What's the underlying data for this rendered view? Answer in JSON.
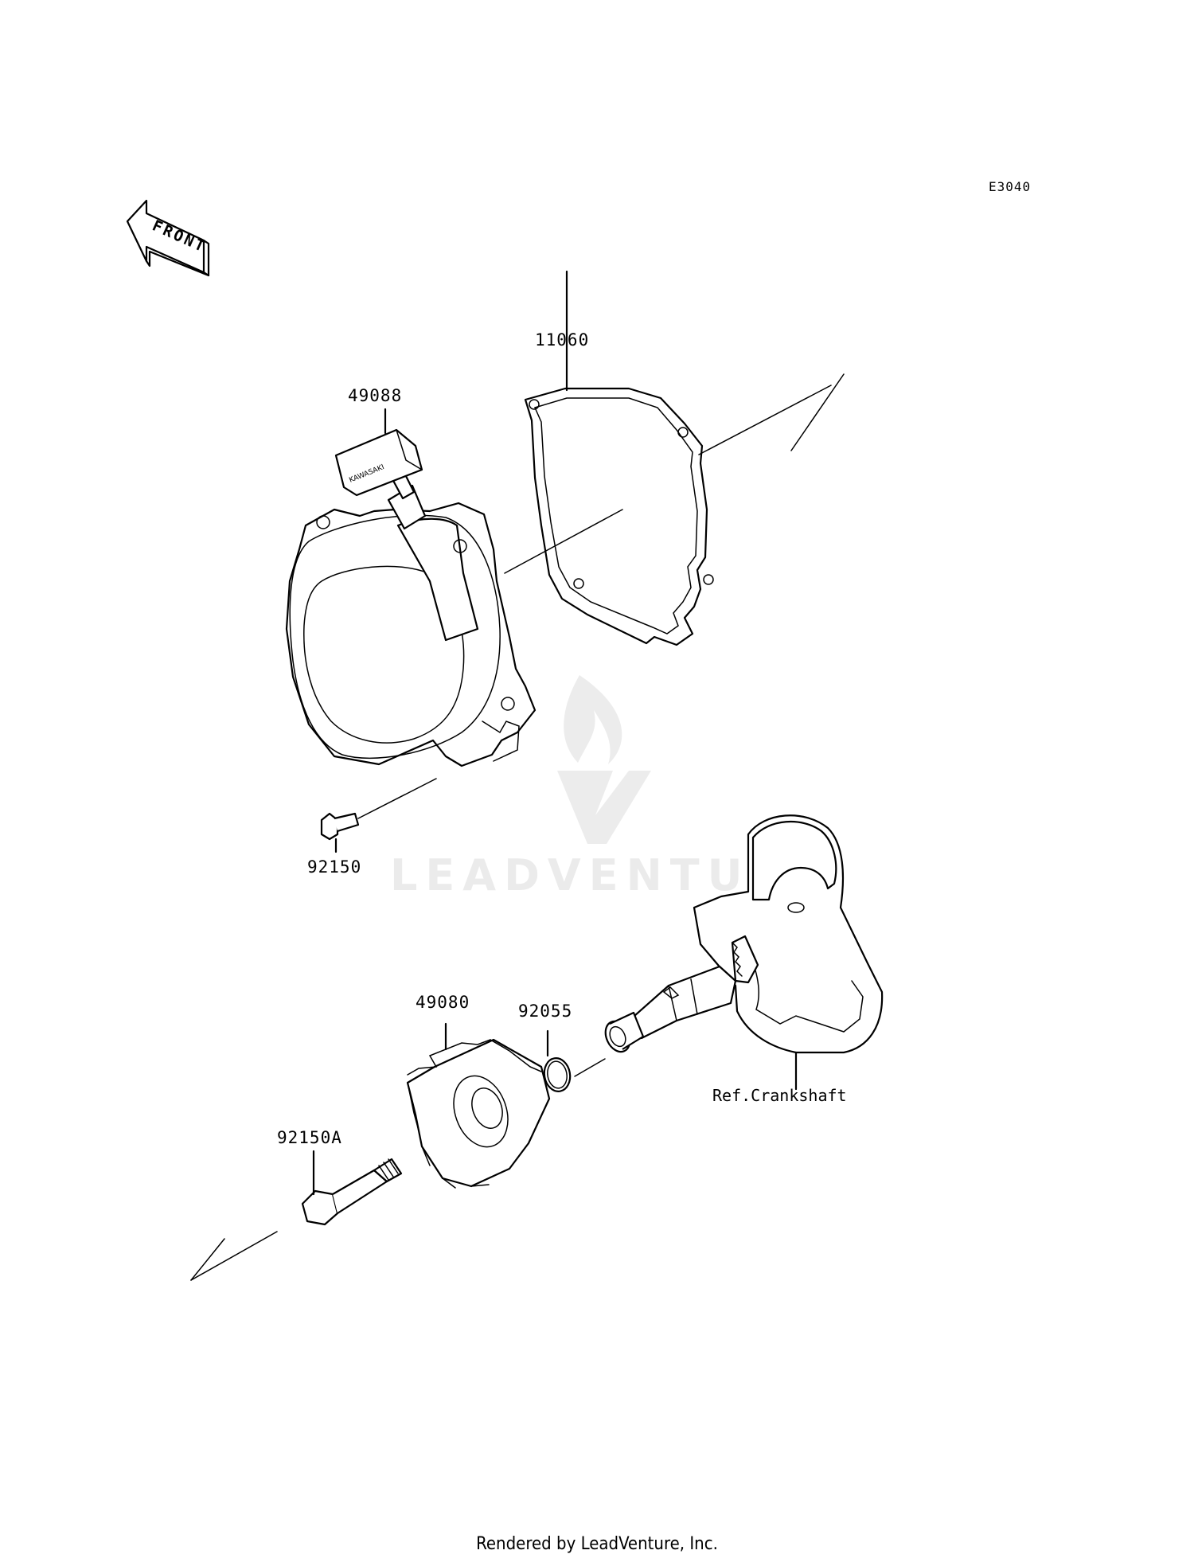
{
  "diagram_code": "E3040",
  "front_marker": "FRONT",
  "parts": {
    "gasket": "11060",
    "recoil_starter": "49088",
    "starter_bolt": "92150",
    "pulley": "49080",
    "o_ring": "92055",
    "crank_bolt": "92150A",
    "crankshaft_ref": "Ref.Crankshaft"
  },
  "handle_text": "KAWASAKI",
  "watermark": "LEADVENTURE",
  "footer": "Rendered by LeadVenture, Inc."
}
